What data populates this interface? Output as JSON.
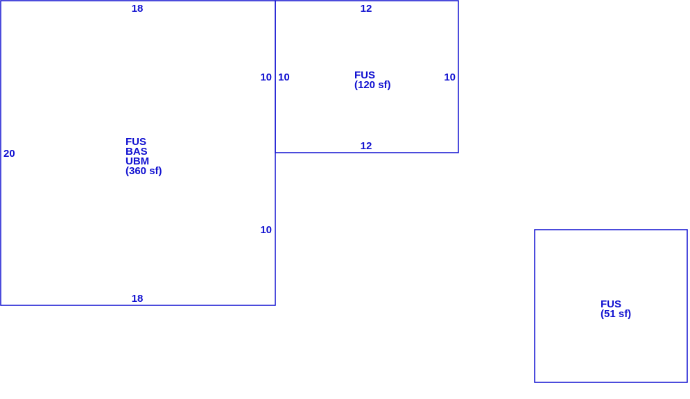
{
  "diagram": {
    "line_color": "#1010d0",
    "areas": [
      {
        "labels": [
          "FUS",
          "BAS",
          "UBM",
          "(360 sf)"
        ],
        "dims": {
          "top": "18",
          "bottom": "18",
          "left": "20",
          "right_upper": "10",
          "right_lower": "10"
        }
      },
      {
        "labels": [
          "FUS",
          "(120 sf)"
        ],
        "dims": {
          "top": "12",
          "bottom": "12",
          "left": "10",
          "right": "10"
        }
      },
      {
        "labels": [
          "FUS",
          "(51 sf)"
        ],
        "dims": {}
      }
    ]
  }
}
